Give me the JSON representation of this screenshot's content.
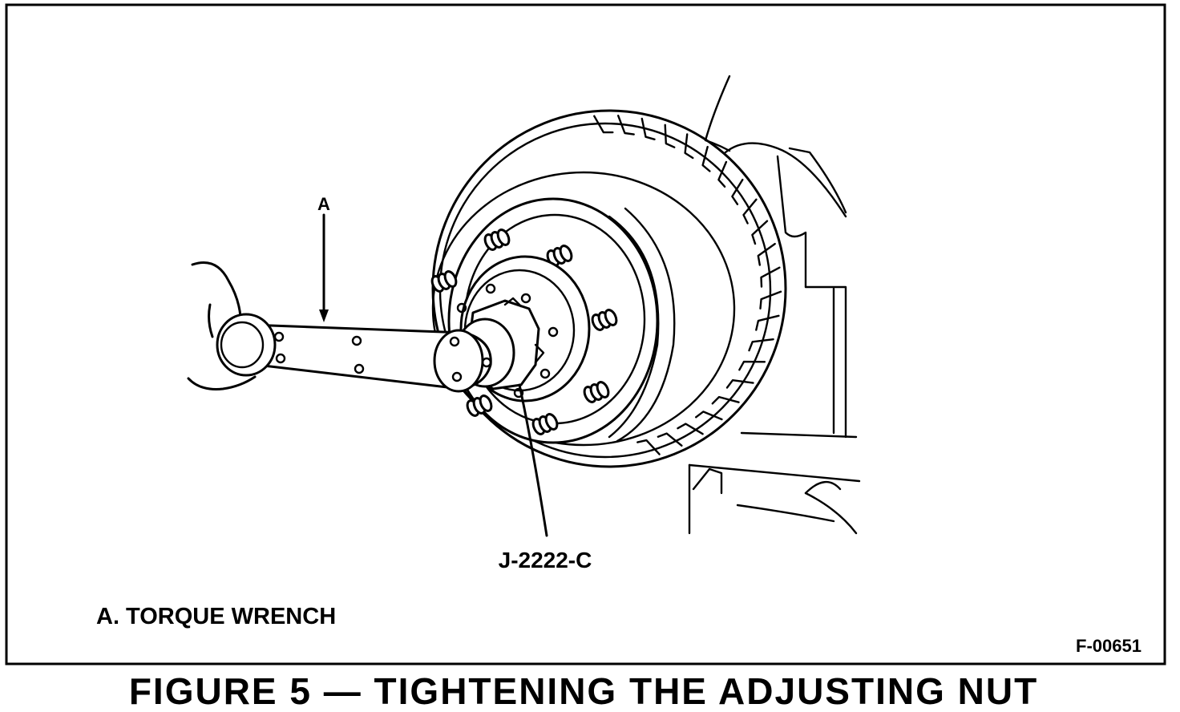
{
  "figure": {
    "caption": "FIGURE 5 — TIGHTENING THE ADJUSTING NUT",
    "figure_id": "F-00651",
    "callout_a": "A",
    "tool_label": "J-2222-C",
    "legend": "A. TORQUE WRENCH"
  },
  "colors": {
    "ink": "#000000",
    "paper": "#ffffff"
  }
}
